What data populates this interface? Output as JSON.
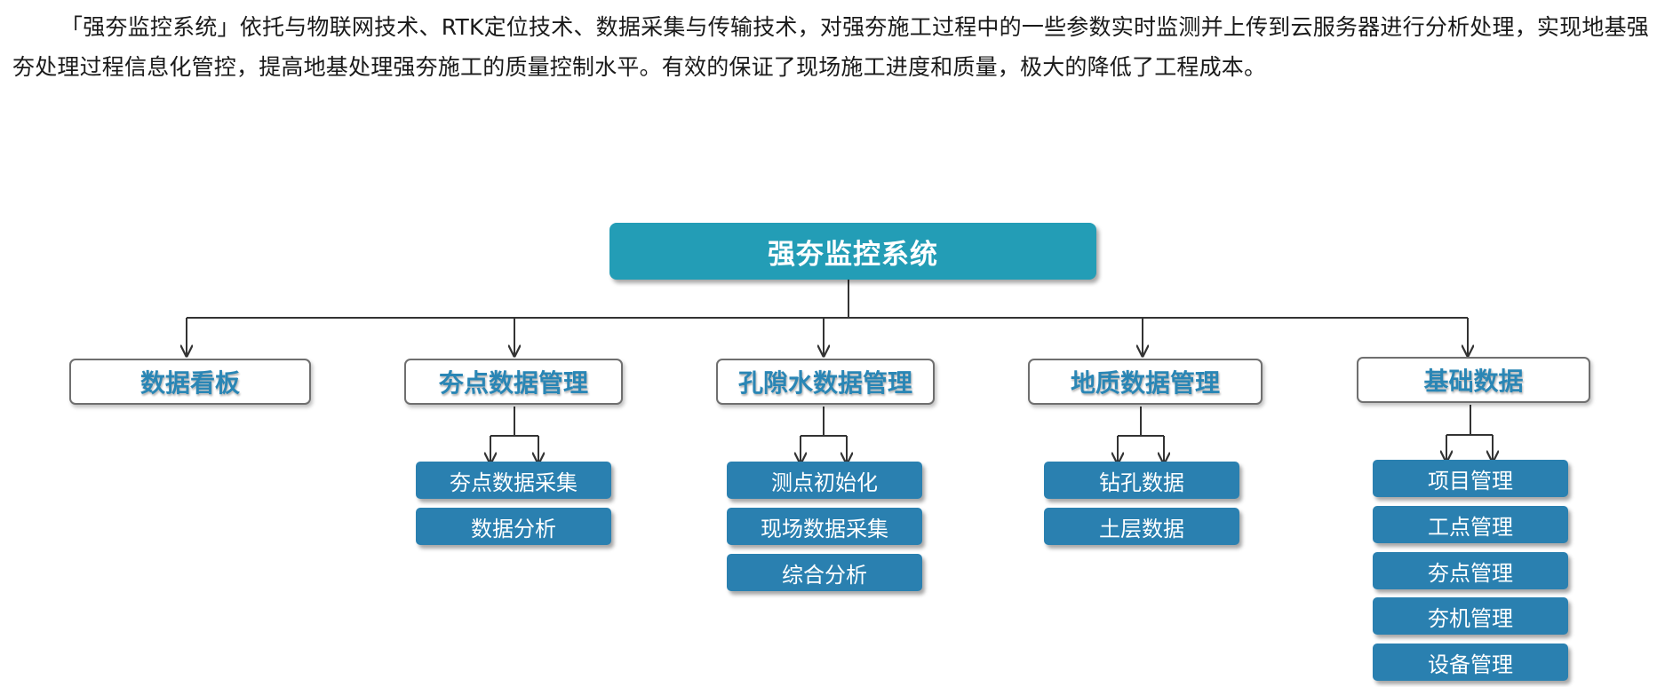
{
  "intro": {
    "text": "「强夯监控系统」依托与物联网技术、RTK定位技术、数据采集与传输技术，对强夯施工过程中的一些参数实时监测并上传到云服务器进行分析处理，实现地基强夯处理过程信息化管控，提高地基处理强夯施工的质量控制水平。有效的保证了现场施工进度和质量，极大的降低了工程成本。"
  },
  "diagram": {
    "root": "强夯监控系统",
    "modules": [
      {
        "label": "数据看板",
        "children": []
      },
      {
        "label": "夯点数据管理",
        "children": [
          "夯点数据采集",
          "数据分析"
        ]
      },
      {
        "label": "孔隙水数据管理",
        "children": [
          "测点初始化",
          "现场数据采集",
          "综合分析"
        ]
      },
      {
        "label": "地质数据管理",
        "children": [
          "钻孔数据",
          "土层数据"
        ]
      },
      {
        "label": "基础数据",
        "children": [
          "项目管理",
          "工点管理",
          "夯点管理",
          "夯机管理",
          "设备管理"
        ]
      }
    ]
  },
  "colors": {
    "root_fill": "#239db6",
    "module_text": "#2a86b5",
    "leaf_fill": "#2a80b0",
    "connector": "#333333"
  }
}
